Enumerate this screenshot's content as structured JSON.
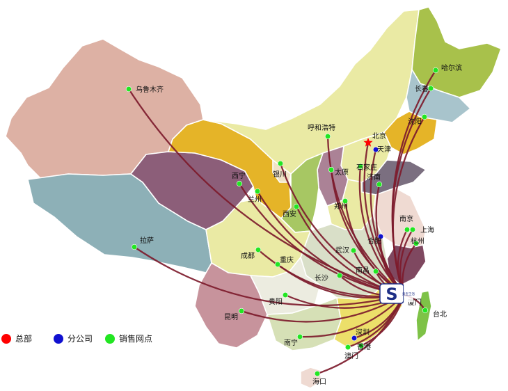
{
  "legend": {
    "items": [
      {
        "label": "总部",
        "color": "#ff0000"
      },
      {
        "label": "分公司",
        "color": "#1010d0"
      },
      {
        "label": "销售网点",
        "color": "#22e622"
      }
    ]
  },
  "colors": {
    "route": "#7d1b2c",
    "headquarters": "#ff0000",
    "branch": "#1010d0",
    "sales_point": "#22e622"
  },
  "logo": {
    "glyph": "S",
    "caption": "奥宝卫浴"
  },
  "cities": [
    {
      "id": "wulumuqi",
      "label": "乌鲁木齐",
      "type": "sales_point"
    },
    {
      "id": "haerbin",
      "label": "哈尔滨",
      "type": "sales_point"
    },
    {
      "id": "changchun",
      "label": "长春",
      "type": "sales_point"
    },
    {
      "id": "shenyang",
      "label": "沈阳",
      "type": "sales_point"
    },
    {
      "id": "huhehaote",
      "label": "呼和浩特",
      "type": "sales_point"
    },
    {
      "id": "beijing",
      "label": "北京",
      "type": "headquarters"
    },
    {
      "id": "tianjin",
      "label": "天津",
      "type": "branch"
    },
    {
      "id": "shijiazhuang",
      "label": "石家庄",
      "type": "sales_point"
    },
    {
      "id": "taiyuan",
      "label": "太原",
      "type": "sales_point"
    },
    {
      "id": "jinan",
      "label": "济南",
      "type": "sales_point"
    },
    {
      "id": "yinchuan",
      "label": "银川",
      "type": "sales_point"
    },
    {
      "id": "xining",
      "label": "西宁",
      "type": "sales_point"
    },
    {
      "id": "lanzhou",
      "label": "兰州",
      "type": "sales_point"
    },
    {
      "id": "xian",
      "label": "西安",
      "type": "sales_point"
    },
    {
      "id": "zhengzhou",
      "label": "郑州",
      "type": "sales_point"
    },
    {
      "id": "nanjing",
      "label": "南京",
      "type": "sales_point"
    },
    {
      "id": "shanghai",
      "label": "上海",
      "type": "sales_point"
    },
    {
      "id": "hefei",
      "label": "合肥",
      "type": "branch"
    },
    {
      "id": "hangzhou",
      "label": "杭州",
      "type": "sales_point"
    },
    {
      "id": "lasa",
      "label": "拉萨",
      "type": "sales_point"
    },
    {
      "id": "chengdu",
      "label": "成都",
      "type": "sales_point"
    },
    {
      "id": "chongqing",
      "label": "重庆",
      "type": "sales_point"
    },
    {
      "id": "wuhan",
      "label": "武汉",
      "type": "sales_point"
    },
    {
      "id": "nanchang",
      "label": "南昌",
      "type": "sales_point"
    },
    {
      "id": "changsha",
      "label": "长沙",
      "type": "sales_point"
    },
    {
      "id": "guiyang",
      "label": "贵阳",
      "type": "sales_point"
    },
    {
      "id": "kunming",
      "label": "昆明",
      "type": "sales_point"
    },
    {
      "id": "xiamen",
      "label": "厦门",
      "type": "sales_point"
    },
    {
      "id": "taibei",
      "label": "台北",
      "type": "sales_point"
    },
    {
      "id": "shenzhen",
      "label": "深圳",
      "type": "branch"
    },
    {
      "id": "xianggang",
      "label": "香港",
      "type": "sales_point"
    },
    {
      "id": "aomen",
      "label": "澳门",
      "type": "sales_point"
    },
    {
      "id": "nanning",
      "label": "南宁",
      "type": "sales_point"
    },
    {
      "id": "haikou",
      "label": "海口",
      "type": "sales_point"
    }
  ],
  "hub": "xiamen"
}
